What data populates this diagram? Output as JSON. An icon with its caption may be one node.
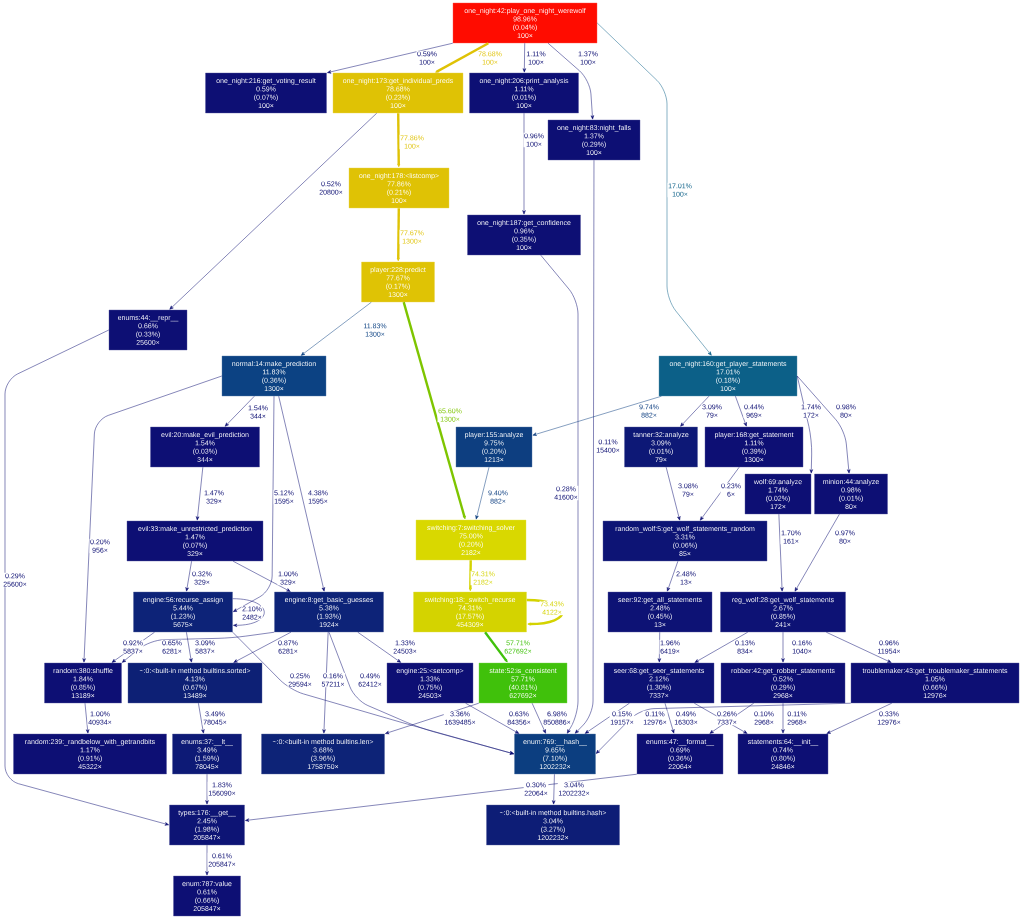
{
  "diagram": {
    "nodes": [
      {
        "text": [
          "one_night:42:play_one_night_werewolf",
          "98.96%",
          "(0.04%)",
          "100×"
        ]
      },
      {
        "text": [
          "one_night:216:get_voting_result",
          "0.59%",
          "(0.07%)",
          "100×"
        ]
      },
      {
        "text": [
          "one_night:173:get_individual_preds",
          "78.68%",
          "(0.23%)",
          "100×"
        ]
      },
      {
        "text": [
          "one_night:206:print_analysis",
          "1.11%",
          "(0.01%)",
          "100×"
        ]
      },
      {
        "text": [
          "one_night:83:night_falls",
          "1.37%",
          "(0.29%)",
          "100×"
        ]
      },
      {
        "text": [
          "one_night:178:<listcomp>",
          "77.86%",
          "(0.21%)",
          "100×"
        ]
      },
      {
        "text": [
          "one_night:187:get_confidence",
          "0.96%",
          "(0.35%)",
          "100×"
        ]
      },
      {
        "text": [
          "player:228:predict",
          "77.67%",
          "(0.17%)",
          "1300×"
        ]
      },
      {
        "text": [
          "enums:44:__repr__",
          "0.66%",
          "(0.33%)",
          "25600×"
        ]
      },
      {
        "text": [
          "normal:14:make_prediction",
          "11.83%",
          "(0.36%)",
          "1300×"
        ]
      },
      {
        "text": [
          "one_night:160:get_player_statements",
          "17.01%",
          "(0.18%)",
          "100×"
        ]
      },
      {
        "text": [
          "evil:20:make_evil_prediction",
          "1.54%",
          "(0.03%)",
          "344×"
        ]
      },
      {
        "text": [
          "player:155:analyze",
          "9.75%",
          "(0.20%)",
          "1213×"
        ]
      },
      {
        "text": [
          "tanner:32:analyze",
          "3.09%",
          "(0.01%)",
          "79×"
        ]
      },
      {
        "text": [
          "player:168:get_statement",
          "1.11%",
          "(0.39%)",
          "1300×"
        ]
      },
      {
        "text": [
          "wolf:69:analyze",
          "1.74%",
          "(0.02%)",
          "172×"
        ]
      },
      {
        "text": [
          "minion:44:analyze",
          "0.98%",
          "(0.01%)",
          "80×"
        ]
      },
      {
        "text": [
          "switching:7:switching_solver",
          "75.00%",
          "(0.20%)",
          "2182×"
        ]
      },
      {
        "text": [
          "evil:33:make_unrestricted_prediction",
          "1.47%",
          "(0.07%)",
          "329×"
        ]
      },
      {
        "text": [
          "random_wolf:5:get_wolf_statements_random",
          "3.31%",
          "(0.06%)",
          "85×"
        ]
      },
      {
        "text": [
          "engine:56:recurse_assign",
          "5.44%",
          "(1.23%)",
          "5675×"
        ]
      },
      {
        "text": [
          "engine:8:get_basic_guesses",
          "5.38%",
          "(1.93%)",
          "1924×"
        ]
      },
      {
        "text": [
          "switching:18:_switch_recurse",
          "74.31%",
          "(17.57%)",
          "454309×"
        ]
      },
      {
        "text": [
          "seer:92:get_all_statements",
          "2.48%",
          "(0.45%)",
          "13×"
        ]
      },
      {
        "text": [
          "reg_wolf:28:get_wolf_statements",
          "2.67%",
          "(0.85%)",
          "241×"
        ]
      },
      {
        "text": [
          "random:380:shuffle",
          "1.84%",
          "(0.85%)",
          "13189×"
        ]
      },
      {
        "text": [
          "~:0:<built-in method builtins.sorted>",
          "4.13%",
          "(0.67%)",
          "13489×"
        ]
      },
      {
        "text": [
          "engine:25:<setcomp>",
          "1.33%",
          "(0.75%)",
          "24503×"
        ]
      },
      {
        "text": [
          "state:52:is_consistent",
          "57.71%",
          "(40.81%)",
          "627692×"
        ]
      },
      {
        "text": [
          "seer:68:get_seer_statements",
          "2.12%",
          "(1.30%)",
          "7337×"
        ]
      },
      {
        "text": [
          "robber:42:get_robber_statements",
          "0.52%",
          "(0.29%)",
          "2968×"
        ]
      },
      {
        "text": [
          "troublemaker:43:get_troublemaker_statements",
          "1.05%",
          "(0.66%)",
          "12976×"
        ]
      },
      {
        "text": [
          "random:239:_randbelow_with_getrandbits",
          "1.17%",
          "(0.91%)",
          "45322×"
        ]
      },
      {
        "text": [
          "enums:37:__lt__",
          "3.49%",
          "(1.59%)",
          "78045×"
        ]
      },
      {
        "text": [
          "~:0:<built-in method builtins.len>",
          "3.68%",
          "(3.96%)",
          "1758750×"
        ]
      },
      {
        "text": [
          "enum:769:__hash__",
          "9.65%",
          "(7.10%)",
          "1202232×"
        ]
      },
      {
        "text": [
          "enums:47:__format__",
          "0.69%",
          "(0.36%)",
          "22064×"
        ]
      },
      {
        "text": [
          "statements:64:__init__",
          "0.74%",
          "(0.80%)",
          "24846×"
        ]
      },
      {
        "text": [
          "types:176:__get__",
          "2.45%",
          "(1.98%)",
          "205847×"
        ]
      },
      {
        "text": [
          "~:0:<built-in method builtins.hash>",
          "3.04%",
          "(3.27%)",
          "1202232×"
        ]
      },
      {
        "text": [
          "enum:787:value",
          "0.61%",
          "(0.66%)",
          "205847×"
        ]
      }
    ],
    "edges": [
      {
        "from": 0,
        "to": 1,
        "arrow": "to",
        "label": "0.59% 100×"
      },
      {
        "from": 0,
        "to": 2,
        "arrow": "to",
        "label": "78.68% 100×",
        "style": "thick",
        "color": "#dfc205"
      },
      {
        "from": 0,
        "to": 3,
        "arrow": "to",
        "label": "1.11% 100×"
      },
      {
        "from": 0,
        "to": 4,
        "arrow": "to",
        "label": "1.37% 100×"
      },
      {
        "from": 0,
        "to": 10,
        "arrow": "to",
        "label": "17.01% 100×",
        "color": "#0c6088"
      },
      {
        "from": 2,
        "to": 5,
        "arrow": "to",
        "label": "77.86% 100×",
        "style": "thick",
        "color": "#dfc205"
      },
      {
        "from": 2,
        "to": 8,
        "arrow": "to",
        "label": "0.52% 20800×"
      },
      {
        "from": 3,
        "to": 6,
        "arrow": "to",
        "label": "0.96% 100×"
      },
      {
        "from": 5,
        "to": 7,
        "arrow": "to",
        "label": "77.67% 1300×",
        "style": "thick",
        "color": "#dfc305"
      },
      {
        "from": 7,
        "to": 9,
        "arrow": "to",
        "label": "11.83% 1300×",
        "color": "#0c4283"
      },
      {
        "from": 7,
        "to": 17,
        "arrow": "to",
        "label": "65.60% 1300×",
        "style": "thick",
        "color": "#7ec500"
      },
      {
        "from": 4,
        "to": 35,
        "arrow": "to",
        "label": "0.11% 15400×"
      },
      {
        "from": 6,
        "to": 35,
        "arrow": "to",
        "label": "0.28% 41600×"
      },
      {
        "from": 8,
        "to": 38,
        "arrow": "to",
        "label": "0.29% 25600×"
      },
      {
        "from": 9,
        "to": 11,
        "arrow": "to",
        "label": "1.54% 344×"
      },
      {
        "from": 9,
        "to": 25,
        "arrow": "to",
        "label": "0.20% 956×"
      },
      {
        "from": 9,
        "to": 20,
        "arrow": "to",
        "label": "5.12% 1595×"
      },
      {
        "from": 9,
        "to": 21,
        "arrow": "to",
        "label": "4.38% 1595×"
      },
      {
        "from": 10,
        "to": 12,
        "arrow": "to",
        "label": "9.74% 882×",
        "color": "#0d3e80"
      },
      {
        "from": 10,
        "to": 13,
        "arrow": "to",
        "label": "3.09% 79×"
      },
      {
        "from": 10,
        "to": 14,
        "arrow": "to",
        "label": "0.44% 969×"
      },
      {
        "from": 10,
        "to": 15,
        "arrow": "to",
        "label": "1.74% 172×"
      },
      {
        "from": 10,
        "to": 16,
        "arrow": "to",
        "label": "0.98% 80×"
      },
      {
        "from": 12,
        "to": 17,
        "arrow": "to",
        "label": "9.40% 882×",
        "color": "#0d3e80"
      },
      {
        "from": 11,
        "to": 18,
        "arrow": "to",
        "label": "1.47% 329×"
      },
      {
        "from": 13,
        "to": 19,
        "arrow": "to",
        "label": "3.08% 79×"
      },
      {
        "from": 14,
        "to": 19,
        "arrow": "to",
        "label": "0.23% 6×"
      },
      {
        "from": 15,
        "to": 24,
        "arrow": "to",
        "label": "1.70% 161×"
      },
      {
        "from": 16,
        "to": 24,
        "arrow": "to",
        "label": "0.97% 80×"
      },
      {
        "from": 17,
        "to": 22,
        "arrow": "to",
        "label": "74.31% 2182×",
        "style": "thick",
        "color": "#d4d300"
      },
      {
        "from": 22,
        "to": 22,
        "arrow": "to",
        "label": "73.43% 4122×",
        "style": "thick",
        "color": "#d4d300"
      },
      {
        "from": 18,
        "to": 20,
        "arrow": "to",
        "label": "0.32% 329×"
      },
      {
        "from": 18,
        "to": 21,
        "arrow": "to",
        "label": "1.00% 329×"
      },
      {
        "from": 19,
        "to": 23,
        "arrow": "to",
        "label": "2.48% 13×"
      },
      {
        "from": 20,
        "to": 20,
        "arrow": "to",
        "label": "2.10% 2482×"
      },
      {
        "from": 22,
        "to": 28,
        "arrow": "to",
        "label": "57.71% 627692×",
        "style": "thick",
        "color": "#40c10b"
      },
      {
        "from": 20,
        "to": 25,
        "arrow": "to",
        "label": "0.92% 5837×"
      },
      {
        "from": 21,
        "to": 25,
        "arrow": "to",
        "label": "0.65% 6281×"
      },
      {
        "from": 20,
        "to": 26,
        "arrow": "to",
        "label": "3.09% 5837×"
      },
      {
        "from": 21,
        "to": 26,
        "arrow": "to",
        "label": "0.87% 6281×"
      },
      {
        "from": 20,
        "to": 35,
        "arrow": "to",
        "label": "0.25% 29594×"
      },
      {
        "from": 21,
        "to": 34,
        "arrow": "to",
        "label": "0.16% 57211×"
      },
      {
        "from": 21,
        "to": 35,
        "arrow": "to",
        "label": "0.49% 62412×"
      },
      {
        "from": 21,
        "to": 27,
        "arrow": "to",
        "label": "1.33% 24503×"
      },
      {
        "from": 28,
        "to": 34,
        "arrow": "to",
        "label": "3.36% 1639485×"
      },
      {
        "from": 28,
        "to": 35,
        "arrow": "to",
        "label": "6.98% 850886×"
      },
      {
        "from": 27,
        "to": 35,
        "arrow": "to",
        "label": "0.63% 84356×"
      },
      {
        "from": 23,
        "to": 29,
        "arrow": "to",
        "label": "1.96% 6419×"
      },
      {
        "from": 24,
        "to": 29,
        "arrow": "to",
        "label": "0.13% 834×"
      },
      {
        "from": 24,
        "to": 30,
        "arrow": "to",
        "label": "0.16% 1040×"
      },
      {
        "from": 24,
        "to": 31,
        "arrow": "to",
        "label": "0.96% 11954×"
      },
      {
        "from": 29,
        "to": 35,
        "arrow": "to",
        "label": "0.15% 19157×"
      },
      {
        "from": 31,
        "to": 35,
        "arrow": "to",
        "label": "0.11% 12976×"
      },
      {
        "from": 29,
        "to": 36,
        "arrow": "to",
        "label": "0.49% 16303×"
      },
      {
        "from": 29,
        "to": 37,
        "arrow": "to",
        "label": "0.26% 7337×"
      },
      {
        "from": 30,
        "to": 36,
        "arrow": "to",
        "label": "0.10% 2968×"
      },
      {
        "from": 30,
        "to": 37,
        "arrow": "to",
        "label": "0.11% 2968×"
      },
      {
        "from": 31,
        "to": 37,
        "arrow": "to",
        "label": "0.33% 12976×"
      },
      {
        "from": 25,
        "to": 32,
        "arrow": "to",
        "label": "1.00% 40934×"
      },
      {
        "from": 26,
        "to": 33,
        "arrow": "to",
        "label": "3.49% 78045×"
      },
      {
        "from": 33,
        "to": 38,
        "arrow": "to",
        "label": "1.83% 156090×"
      },
      {
        "from": 36,
        "to": 38,
        "arrow": "to",
        "label": "0.30% 22064×"
      },
      {
        "from": 35,
        "to": 39,
        "arrow": "to",
        "label": "3.04% 1202232×"
      },
      {
        "from": 38,
        "to": 40,
        "arrow": "to",
        "label": "0.61% 205847×"
      }
    ]
  }
}
